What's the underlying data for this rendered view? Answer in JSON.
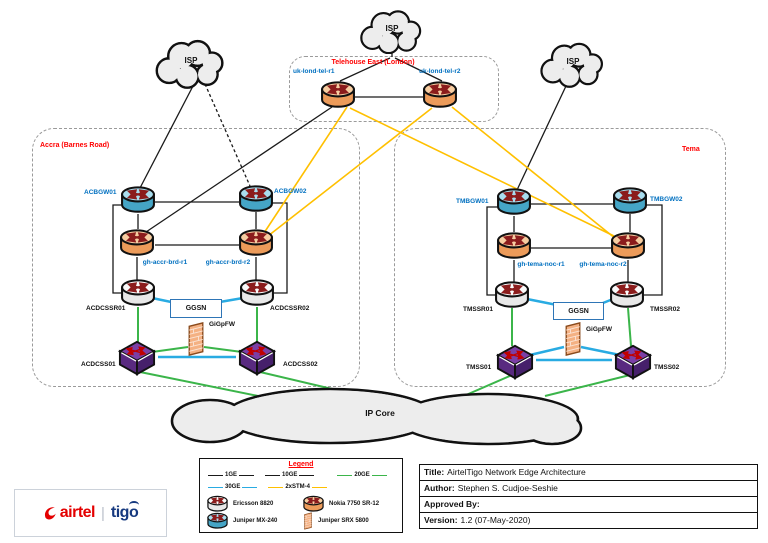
{
  "diagram_title": "AirtelTigo Network Edge Architecture",
  "clouds": {
    "isp_left": "ISP",
    "isp_top": "ISP",
    "isp_right": "ISP",
    "ip_core": "IP Core"
  },
  "telehouse": {
    "title": "Telehouse East (London)",
    "router1": "uk-lond-tel-r1",
    "router2": "uk-lond-tel-r2"
  },
  "accra": {
    "title": "Accra (Barnes Road)",
    "bgw1": "ACBGW01",
    "bgw2": "ACBGW02",
    "brd1": "gh-accr-brd-r1",
    "brd2": "gh-accr-brd-r2",
    "ssr1": "ACDCSSR01",
    "ssr2": "ACDCSSR02",
    "ggsn": "GGSN",
    "firewall": "GiGpFW",
    "css1": "ACDCSS01",
    "css2": "ACDCSS02"
  },
  "tema": {
    "title": "Tema",
    "bgw1": "TMBGW01",
    "bgw2": "TMBGW02",
    "noc1": "gh-tema-noc-r1",
    "noc2": "gh-tema-noc-r2",
    "ssr1": "TMSSR01",
    "ssr2": "TMSSR02",
    "ggsn": "GGSN",
    "firewall": "GiGpFW",
    "css1": "TMSS01",
    "css2": "TMSS02"
  },
  "legend": {
    "title": "Legend",
    "line_items": [
      {
        "label": "1GE",
        "color": "#1a1a1a"
      },
      {
        "label": "10GE",
        "color": "#1a1a1a"
      },
      {
        "label": "20GE",
        "color": "#3BB54A"
      },
      {
        "label": "30GE",
        "color": "#29ABE2"
      },
      {
        "label": "2xSTM-4",
        "color": "#FFC000"
      }
    ],
    "device_items": [
      {
        "label": "Ericsson 8820",
        "icon": "router-white-icon"
      },
      {
        "label": "Nokia 7750 SR-12",
        "icon": "router-orange-icon"
      },
      {
        "label": "Juniper MX-240",
        "icon": "router-teal-icon"
      },
      {
        "label": "Juniper SRX 5800",
        "icon": "firewall-icon"
      }
    ]
  },
  "logo": {
    "airtel": "airtel",
    "tigo": "tigo"
  },
  "title_block": {
    "rows": [
      {
        "label": "Title:",
        "value": "AirtelTigo Network Edge Architecture"
      },
      {
        "label": "Author:",
        "value": "Stephen S. Cudjoe-Seshie"
      },
      {
        "label": "Approved By:",
        "value": ""
      },
      {
        "label": "Version:",
        "value": "1.2 (07-May-2020)"
      }
    ]
  },
  "colors": {
    "label_blue": "#0070C0",
    "title_red": "#FF0000",
    "link_yellow": "#FFC000",
    "link_green": "#3BB54A",
    "link_blue": "#29ABE2",
    "router_teal": "#45A5C6",
    "router_orange": "#EC9B5A",
    "switch_purple": "#592A80"
  }
}
